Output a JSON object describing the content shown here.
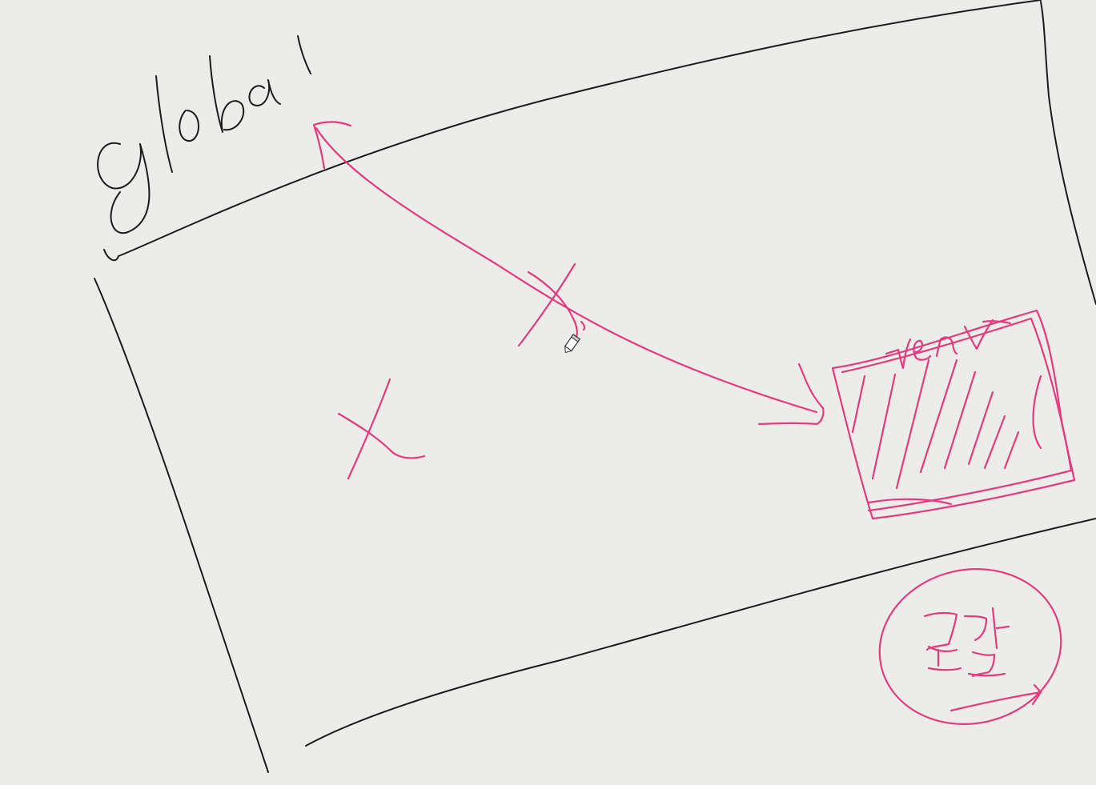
{
  "canvas": {
    "background": "#ececeb",
    "ink_black": "#1c1c1c",
    "ink_pink": "#e23b7e"
  },
  "labels": {
    "global": "global",
    "venv": "venv",
    "local": "로컬"
  },
  "cursor": {
    "icon": "pencil-cursor-icon"
  }
}
